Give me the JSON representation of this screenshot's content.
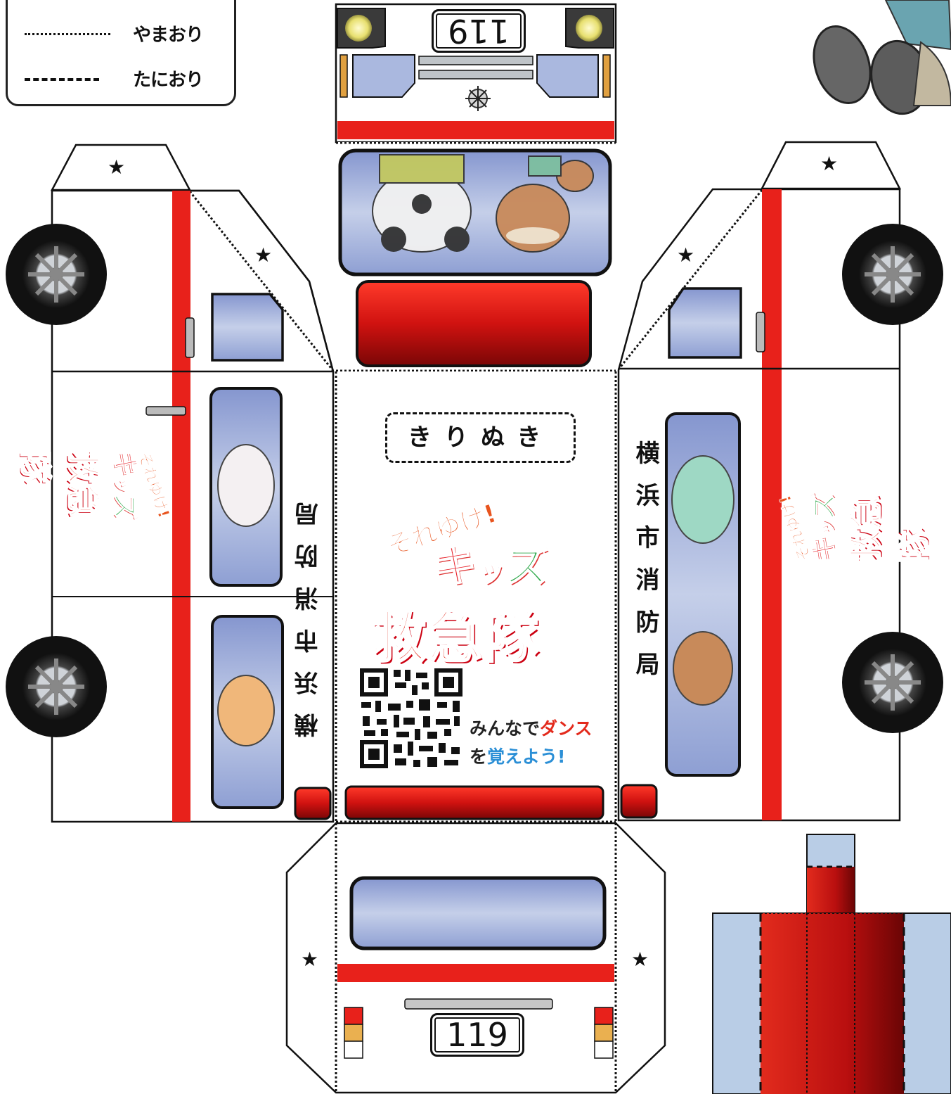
{
  "legend": {
    "mountain_fold": "やまおり",
    "valley_fold": "たにおり"
  },
  "plates": {
    "front_top": "119",
    "rear": "119"
  },
  "side_text": {
    "left": "横浜市消防局",
    "right": "横浜市消防局"
  },
  "roof": {
    "cutout_label": "きりぬき",
    "logo": {
      "line1": "それゆけ!",
      "line2_ki": "キ",
      "line2_tsu": "ッ",
      "line2_zu": "ズ",
      "line3": "救急隊"
    },
    "qr_caption": {
      "part1": "みんなで",
      "part2": "ダンス",
      "part3": "を",
      "part4": "覚えよう",
      "part5": "!"
    }
  },
  "stars": "★",
  "colors": {
    "red": "#e8211b",
    "window_blue": "#aab8df",
    "dark_red": "#8a0a0a",
    "light_blue_panel": "#b9cde6"
  }
}
